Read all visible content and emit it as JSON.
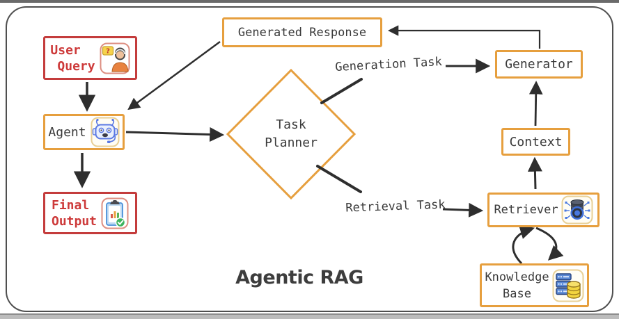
{
  "title": "Agentic RAG",
  "colors": {
    "box_red_border": "#c43c3c",
    "box_orange_border": "#e69f3e",
    "arrow": "#2e2e2e",
    "text_dark": "#3a3a3a",
    "text_red": "#cd3a3a",
    "frame_border": "#4f4f4f"
  },
  "nodes": {
    "user_query": {
      "line1": "User",
      "line2": "Query",
      "icon": "user-question-icon"
    },
    "agent": {
      "label": "Agent",
      "icon": "robot-icon"
    },
    "final_output": {
      "line1": "Final",
      "line2": "Output",
      "icon": "clipboard-check-icon"
    },
    "task_planner": {
      "line1": "Task",
      "line2": "Planner"
    },
    "generated_response": {
      "label": "Generated Response"
    },
    "generator": {
      "label": "Generator"
    },
    "context": {
      "label": "Context"
    },
    "retriever": {
      "label": "Retriever",
      "icon": "database-search-icon"
    },
    "knowledge_base": {
      "line1": "Knowledge",
      "line2": "Base",
      "icon": "server-database-icon"
    }
  },
  "edge_labels": {
    "generation_task": "Generation Task",
    "retrieval_task": "Retrieval Task"
  },
  "edges": [
    {
      "from": "user_query",
      "to": "agent"
    },
    {
      "from": "generated_response",
      "to": "agent"
    },
    {
      "from": "agent",
      "to": "final_output"
    },
    {
      "from": "agent",
      "to": "task_planner"
    },
    {
      "from": "task_planner",
      "to": "generator",
      "label": "Generation Task"
    },
    {
      "from": "task_planner",
      "to": "retriever",
      "label": "Retrieval Task"
    },
    {
      "from": "retriever",
      "to": "context"
    },
    {
      "from": "context",
      "to": "generator"
    },
    {
      "from": "generator",
      "to": "generated_response"
    },
    {
      "from": "retriever",
      "to": "knowledge_base"
    },
    {
      "from": "knowledge_base",
      "to": "retriever"
    }
  ]
}
